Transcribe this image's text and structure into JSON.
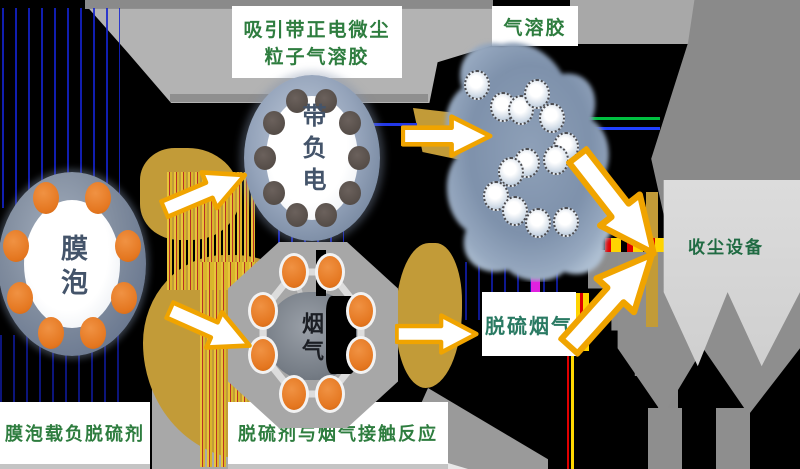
{
  "labels": {
    "attract_line1": "吸引带正电微尘",
    "attract_line2": "粒子气溶胶",
    "aerosol": "气溶胶",
    "membrane_bubble": "膜泡",
    "negatively_charged": "带负电",
    "flue_gas": "烟气",
    "desulfurized_flue_gas": "脱硫烟气",
    "dust_collector": "收尘设备",
    "caption_left": "膜泡载负脱硫剂",
    "caption_middle": "脱硫剂与烟气接触反应"
  },
  "colors": {
    "background": "#000000",
    "caption_green": "#2e7d3f",
    "dust_collector_green": "#206b43",
    "desulfurized_teal": "#2a7a63",
    "node_text_slate": "#44546a",
    "flue_gas_text": "#1b1e24",
    "orange_particle": "#e4761f",
    "dark_particle": "#544c47",
    "arrow_outline": "#f0a400",
    "arrow_fill": "#ffffff",
    "membrane_ring": "#808c9e",
    "aerosol_blob": "#8094ae",
    "equipment_gray": "#d7d7d7",
    "background_gray": "#8a8a8a"
  }
}
